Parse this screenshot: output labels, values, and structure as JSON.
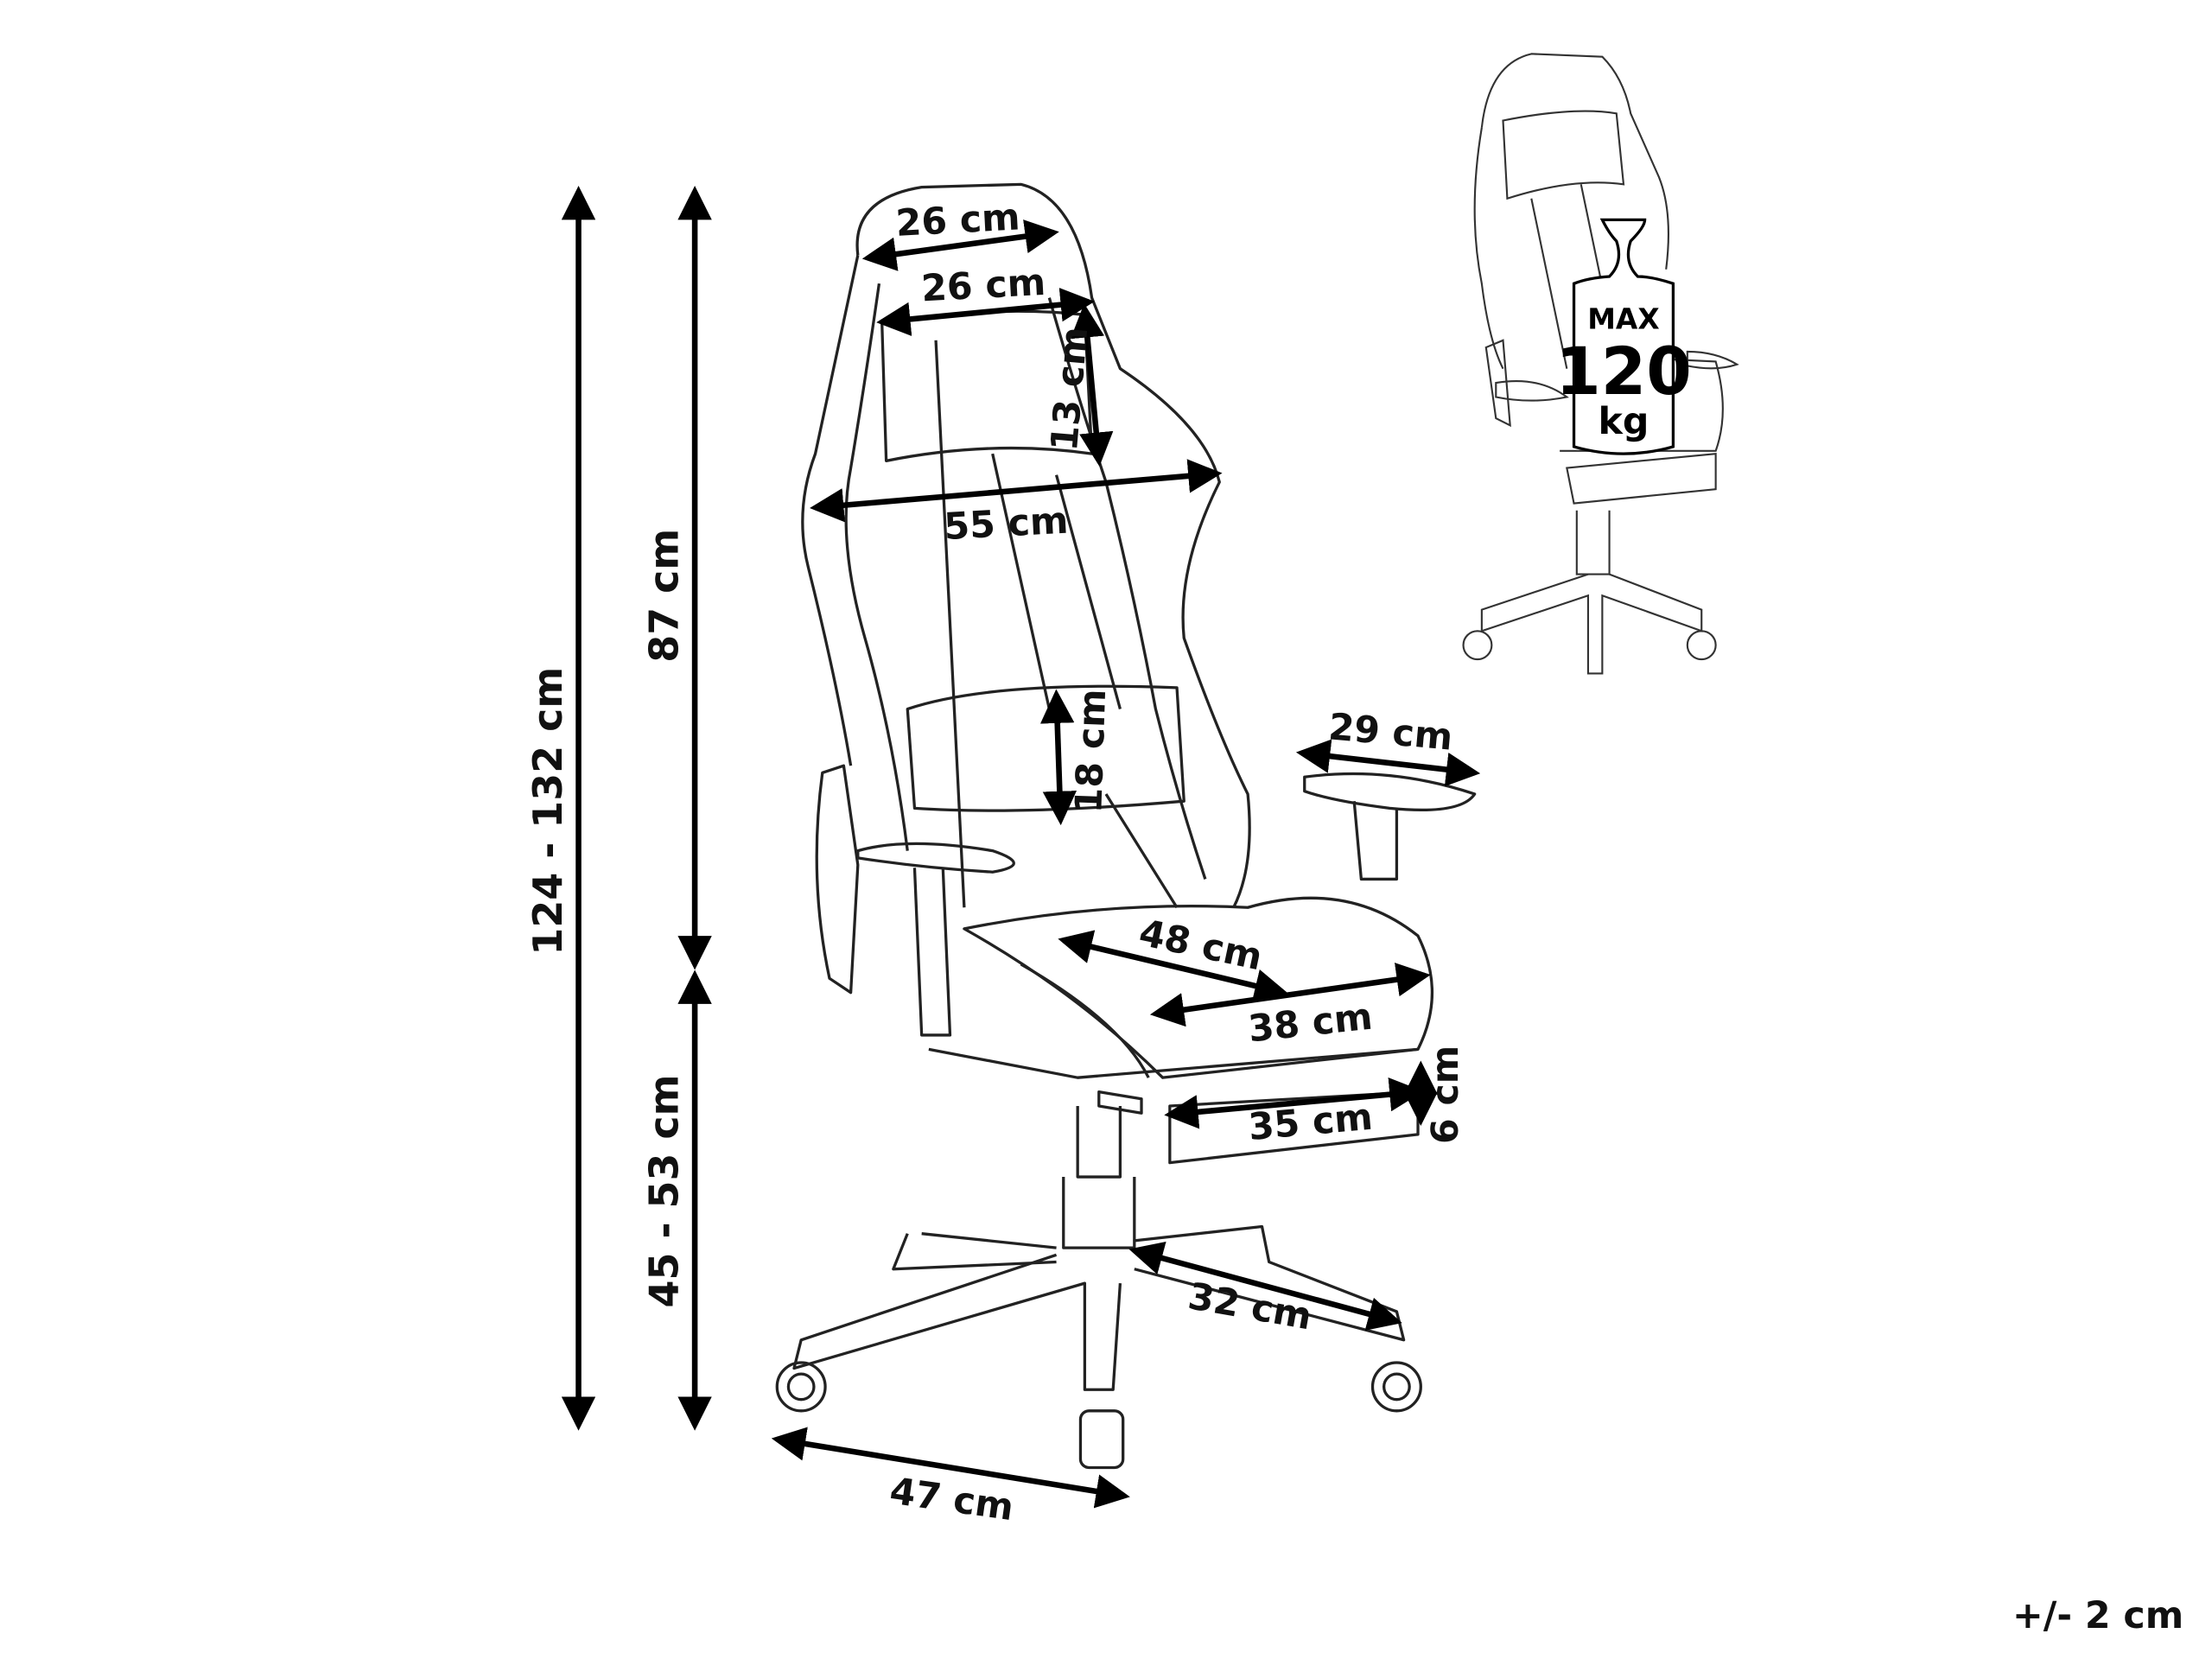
{
  "title": "Gaming chair dimensions",
  "dimensions": {
    "headrest_top_width": "26 cm",
    "pillow_width": "26 cm",
    "pillow_height": "13 cm",
    "backrest_width": "55 cm",
    "lumbar_height": "18 cm",
    "armrest_length": "29 cm",
    "seat_width": "48 cm",
    "seat_depth": "38 cm",
    "footrest_length": "35 cm",
    "footrest_height": "6 cm",
    "base_leg_length": "32 cm",
    "base_width": "47 cm",
    "backrest_height": "87 cm",
    "seat_height": "45 - 53 cm",
    "total_height": "124 - 132 cm"
  },
  "tolerance": "+/- 2 cm",
  "max_load": {
    "line1": "MAX",
    "value": "120",
    "unit": "kg"
  }
}
